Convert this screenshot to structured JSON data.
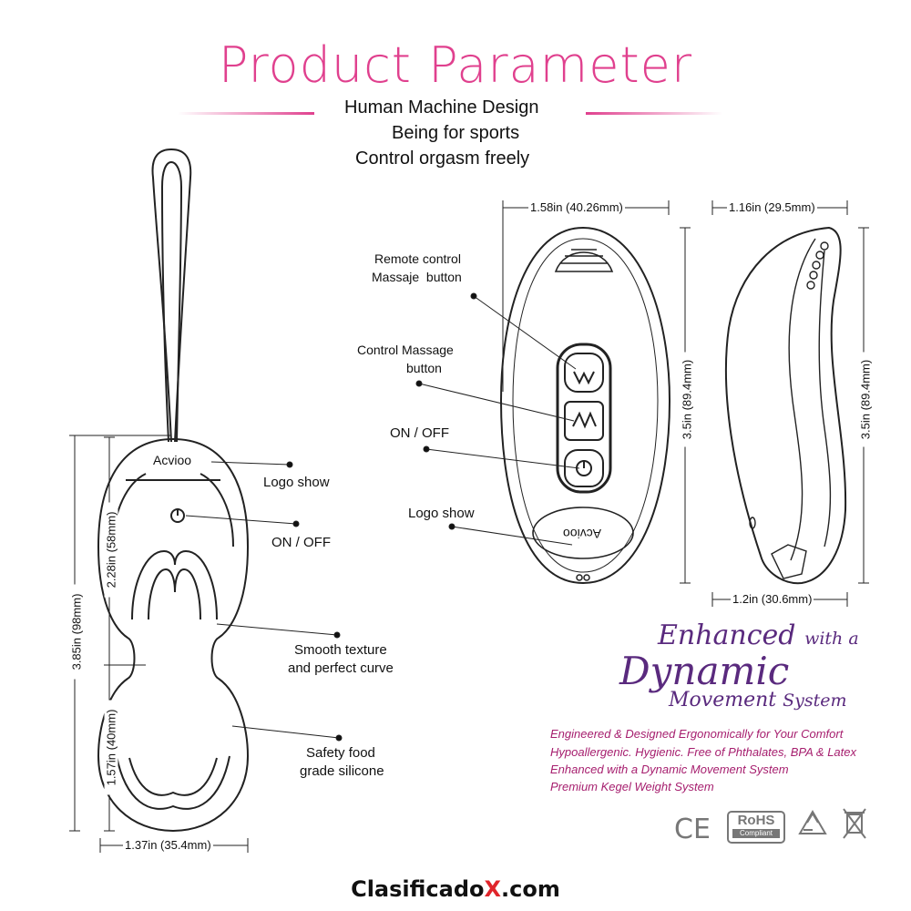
{
  "header": {
    "title": "Product Parameter",
    "taglines": [
      "Human Machine Design",
      "Being for sports",
      "Control orgasm freely"
    ]
  },
  "egg": {
    "brand_text": "Acvioo",
    "callouts": {
      "logo_show": "Logo show",
      "on_off": "ON / OFF",
      "smooth": [
        "Smooth texture",
        "and perfect curve"
      ],
      "silicone": [
        "Safety food",
        "grade silicone"
      ]
    },
    "dimensions": {
      "height_total": "3.85in (98mm)",
      "height_upper": "2.28in (58mm)",
      "height_lower": "1.57in (40mm)",
      "width": "1.37in (35.4mm)"
    }
  },
  "remote": {
    "brand_text": "Acvioo",
    "callouts": {
      "remote_massage": [
        "Remote control",
        "Massaje  button"
      ],
      "control_massage": [
        "Control Massage",
        "button"
      ],
      "on_off": "ON / OFF",
      "logo_show": "Logo show"
    },
    "dimensions": {
      "front_width": "1.58in (40.26mm)",
      "front_height": "3.5in (89.4mm)",
      "side_top_width": "1.16in (29.5mm)",
      "side_height": "3.5in (89.4mm)",
      "side_bottom_width": "1.2in (30.6mm)"
    }
  },
  "marketing": {
    "line1_big": "Enhanced",
    "line1_small": "with a",
    "line2": "Dynamic",
    "line3_big": "Movement",
    "line3_small": "System",
    "features": [
      "Engineered & Designed Ergonomically for Your Comfort",
      "Hypoallergenic.  Hygienic.  Free of Phthalates, BPA & Latex",
      "Enhanced with a Dynamic Movement System",
      "Premium Kegel Weight System"
    ]
  },
  "certifications": {
    "ce": "CE",
    "rohs": "RoHS",
    "rohs_sub": "Compliant"
  },
  "watermark": {
    "part1": "Clasificado",
    "part2": "X",
    "part3": ".com"
  },
  "colors": {
    "accent_pink": "#e0408e",
    "purple": "#5a2a7e",
    "feature_magenta": "#a61e6e",
    "watermark_red": "#e0252b"
  }
}
